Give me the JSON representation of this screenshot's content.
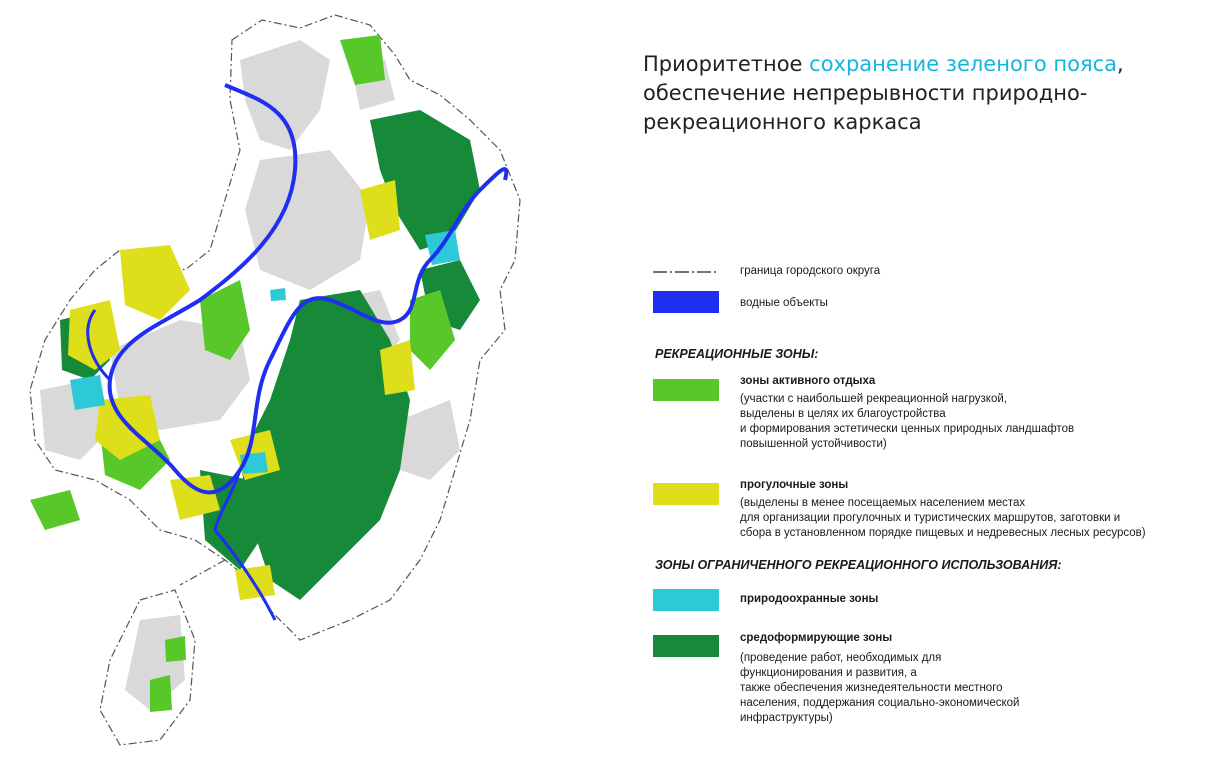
{
  "title": {
    "part1": "Приоритетное ",
    "accent": "сохранение зеленого пояса",
    "part2": ",",
    "line2": "обеспечение непрерывности природно-",
    "line3": "рекреационного каркаса"
  },
  "colors": {
    "accent": "#15b5e0",
    "water": "#1f2ef0",
    "active": "#57c72a",
    "walking": "#dede1a",
    "protected": "#2ec9d6",
    "forming": "#178a3a",
    "urban": "#d9d9d9"
  },
  "legend": {
    "boundary": "граница городского округа",
    "water": "водные объекты",
    "recreation_header": "РЕКРЕАЦИОННЫЕ ЗОНЫ:",
    "active_title": "зоны активного отдыха",
    "active_desc": "(участки с наибольшей рекреационной нагрузкой,\nвыделены в целях их благоустройства\nи формирования эстетически ценных природных ландшафтов\nповышенной устойчивости)",
    "walking_title": "прогулочные зоны",
    "walking_desc": "(выделены в менее посещаемых населением местах\nдля организации прогулочных и туристических маршрутов, заготовки и\nсбора в установленном порядке пищевых и недревесных лесных ресурсов)",
    "limited_header": "ЗОНЫ ОГРАНИЧЕННОГО РЕКРЕАЦИОННОГО ИСПОЛЬЗОВАНИЯ:",
    "protected_title": "природоохранные зоны",
    "forming_title": "средоформирующие зоны",
    "forming_desc": "(проведение работ, необходимых для\nфункционирования и развития, а\nтакже обеспечения жизнедеятельности местного\nнаселения, поддержания социально-экономической\nинфраструктуры)"
  }
}
